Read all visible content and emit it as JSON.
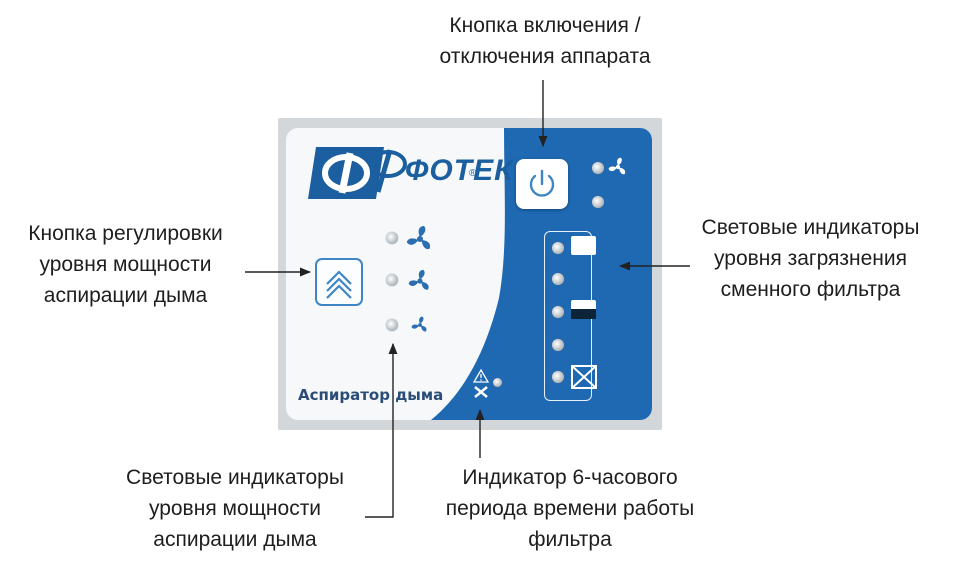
{
  "callouts": {
    "power": [
      "Кнопка включения /",
      "отключения аппарата"
    ],
    "speed_button": [
      "Кнопка регулировки",
      "уровня мощности",
      "аспирации дыма"
    ],
    "filter_leds": [
      "Световые индикаторы",
      "уровня загрязнения",
      "сменного фильтра"
    ],
    "power_leds": [
      "Световые индикаторы",
      "уровня мощности",
      "аспирации дыма"
    ],
    "timer": [
      "Индикатор 6-часового",
      "периода времени работы",
      "фильтра"
    ]
  },
  "panel": {
    "brand": "ФОТЕК",
    "registered": "®",
    "product_name": "Аспиратор дыма"
  },
  "colors": {
    "panel_blue": "#1f69b3",
    "panel_white": "#f6f8f9",
    "brand_blue": "#1b5fa0",
    "frame_gray": "#d3d7da"
  },
  "icons": {
    "power": "power-icon",
    "speed": "chevron-up-double-icon",
    "fan": "fan-icon",
    "night": "moon-icon",
    "filter_full": "filter-clean-icon",
    "filter_half": "filter-half-icon",
    "filter_replace": "filter-crossed-icon",
    "warning": "warning-triangle-icon",
    "tool": "wrench-icon"
  }
}
